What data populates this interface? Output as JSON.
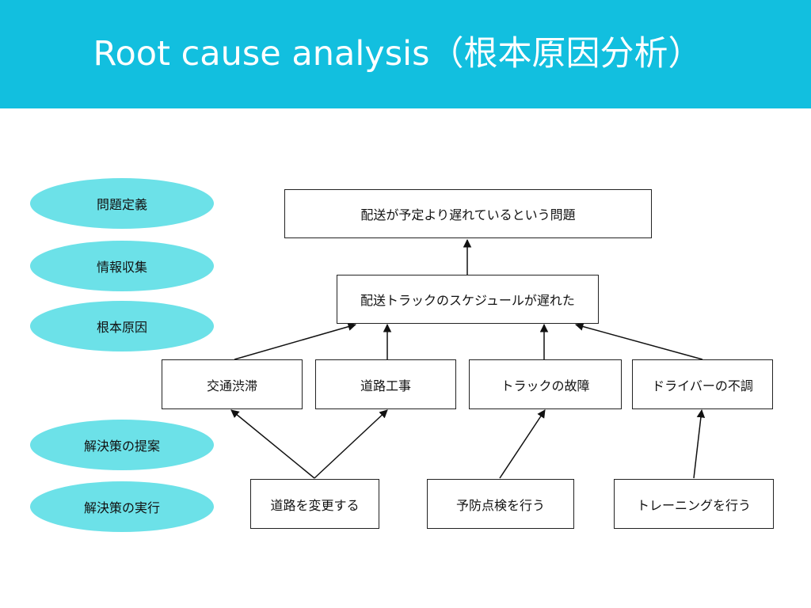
{
  "title": "Root cause analysis（根本原因分析）",
  "stages": [
    "問題定義",
    "情報収集",
    "根本原因",
    "解決策の提案",
    "解決策の実行"
  ],
  "problem": "配送が予定より遅れているという問題",
  "cause": "配送トラックのスケジュールが遅れた",
  "factors": [
    "交通渋滞",
    "道路工事",
    "トラックの故障",
    "ドライバーの不調"
  ],
  "solutions": [
    "道路を変更する",
    "予防点検を行う",
    "トレーニングを行う"
  ],
  "colors": {
    "header": "#12bfdf",
    "stage_fill": "#6ce1e8",
    "box_border": "#222222"
  }
}
